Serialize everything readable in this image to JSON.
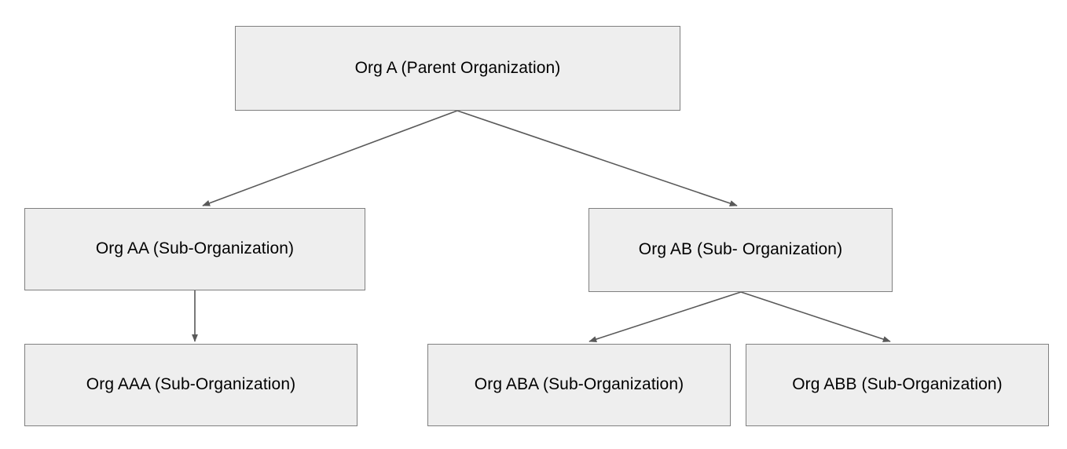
{
  "diagram": {
    "type": "org-chart",
    "title": "",
    "node_fill": "#eeeeee",
    "node_border": "#808080",
    "edge_color": "#595959",
    "text_color": "#000000",
    "nodes": [
      {
        "id": "org-a",
        "label": "Org A (Parent Organization)",
        "level": 1
      },
      {
        "id": "org-aa",
        "label": "Org AA (Sub-Organization)",
        "level": 2
      },
      {
        "id": "org-ab",
        "label": "Org AB (Sub- Organization)",
        "level": 2
      },
      {
        "id": "org-aaa",
        "label": "Org AAA (Sub-Organization)",
        "level": 3
      },
      {
        "id": "org-aba",
        "label": "Org ABA (Sub-Organization)",
        "level": 3
      },
      {
        "id": "org-abb",
        "label": "Org ABB (Sub-Organization)",
        "level": 3
      }
    ],
    "edges": [
      {
        "from": "org-a",
        "to": "org-aa"
      },
      {
        "from": "org-a",
        "to": "org-ab"
      },
      {
        "from": "org-aa",
        "to": "org-aaa"
      },
      {
        "from": "org-ab",
        "to": "org-aba"
      },
      {
        "from": "org-ab",
        "to": "org-abb"
      }
    ]
  }
}
